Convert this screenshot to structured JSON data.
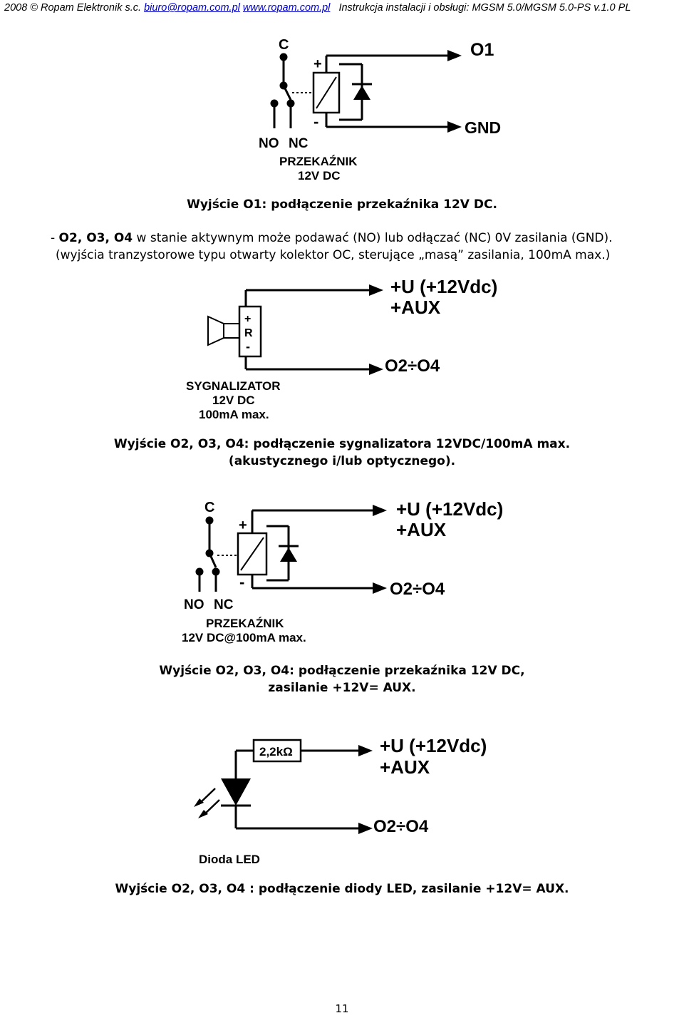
{
  "header": {
    "prefix": "2008",
    "copyright_symbol": "©",
    "company": "Ropam Elektronik s.c.",
    "email": "biuro@ropam.com.pl",
    "website": "www.ropam.com.pl",
    "manual_title": "Instrukcja instalacji i obsługi: MGSM 5.0/MGSM 5.0-PS v.1.0 PL"
  },
  "fig1": {
    "label_c": "C",
    "label_plus": "+",
    "label_minus": "-",
    "label_no": "NO",
    "label_nc": "NC",
    "label_o1": "O1",
    "label_gnd": "GND",
    "relay_name": "PRZEKAŹNIK",
    "relay_voltage": "12V DC",
    "caption": "Wyjście O1: podłączenie przekaźnika 12V DC."
  },
  "para": {
    "line1_prefix": "-",
    "line1_bold": "O2, O3, O4",
    "line1_rest": "w stanie aktywnym może podawać (NO) lub odłączać (NC) 0V zasilania (GND).",
    "line2": "(wyjścia tranzystorowe typu otwarty kolektor OC, sterujące „masą” zasilania, 100mA max.)"
  },
  "fig2": {
    "label_u": "+U (+12Vdc)",
    "label_aux": "+AUX",
    "label_o24": "O2÷O4",
    "siren_plus": "+",
    "siren_r": "R",
    "siren_minus": "-",
    "siren_name": "SYGNALIZATOR",
    "siren_voltage": "12V DC",
    "siren_current": "100mA max.",
    "caption_line1": "Wyjście O2, O3, O4: podłączenie sygnalizatora 12VDC/100mA max.",
    "caption_line2": "(akustycznego i/lub optycznego)."
  },
  "fig3": {
    "label_c": "C",
    "label_plus": "+",
    "label_minus": "-",
    "label_no": "NO",
    "label_nc": "NC",
    "label_u": "+U (+12Vdc)",
    "label_aux": "+AUX",
    "label_o24": "O2÷O4",
    "relay_name": "PRZEKAŹNIK",
    "relay_spec": "12V DC@100mA max.",
    "caption_line1": "Wyjście O2, O3, O4: podłączenie przekaźnika 12V DC,",
    "caption_line2": "zasilanie +12V= AUX."
  },
  "fig4": {
    "resistor_label": "2,2kΩ",
    "label_u": "+U (+12Vdc)",
    "label_aux": "+AUX",
    "label_o24": "O2÷O4",
    "led_name": "Dioda LED",
    "caption": "Wyjście O2, O3, O4 : podłączenie diody LED, zasilanie +12V= AUX."
  },
  "footer": {
    "page_number": "11"
  }
}
